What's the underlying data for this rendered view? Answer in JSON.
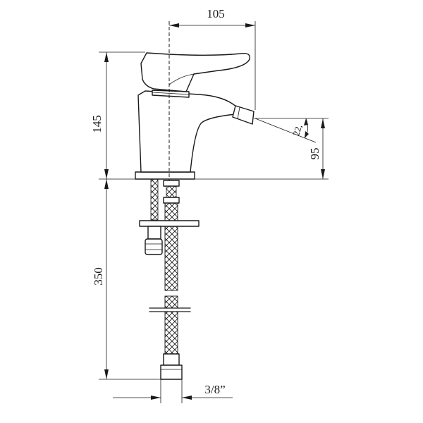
{
  "dimensions": {
    "spout_reach": "105",
    "body_height": "145",
    "spout_height": "95",
    "spout_angle": "22,",
    "hose_length": "350",
    "connection_size": "3/8”"
  }
}
